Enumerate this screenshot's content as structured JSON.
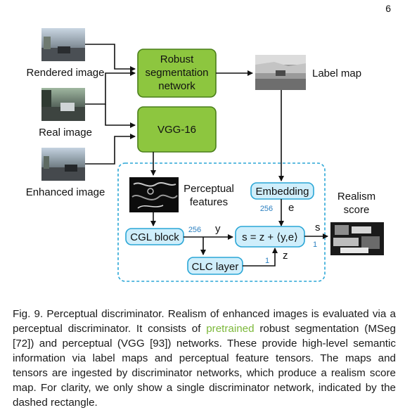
{
  "page_number": "6",
  "inputs": {
    "rendered": "Rendered image",
    "real": "Real image",
    "enhanced": "Enhanced image"
  },
  "nodes": {
    "robust_seg": [
      "Robust",
      "segmentation",
      "network"
    ],
    "vgg": "VGG-16",
    "label_map": "Label map",
    "perceptual_features": [
      "Perceptual",
      "features"
    ],
    "embedding": "Embedding",
    "cgl": "CGL block",
    "clc": "CLC layer",
    "score_fn": "s = z + ⟨y,e⟩",
    "realism_score": [
      "Realism",
      "score"
    ]
  },
  "edge_labels": {
    "e_dim": "256",
    "e": "e",
    "y_dim": "256",
    "y": "y",
    "z_dim": "1",
    "z": "z",
    "s_dim": "1",
    "s": "s"
  },
  "caption": {
    "fig": "Fig. 9.",
    "part1": "Perceptual discriminator. Realism of enhanced images is evaluated via a perceptual discriminator. It consists of ",
    "pretrained": "pretrained",
    "part2": " robust segmentation (MSeg [72]) and perceptual (VGG [93]) networks. These provide high-level semantic information via label maps and perceptual feature tensors. The maps and tensors are ingested by discriminator networks, which produce a realism score map. For clarity, we only show a single discriminator network, indicated by the dashed rectangle."
  },
  "colors": {
    "green_fill": "#8dc63f",
    "green_stroke": "#4a7f1a",
    "blue_fill": "#cfeefb",
    "blue_stroke": "#2aa6d6",
    "dashed": "#2aa6d6",
    "dim_label": "#2a7fc0",
    "highlight": "#7cb83a"
  }
}
